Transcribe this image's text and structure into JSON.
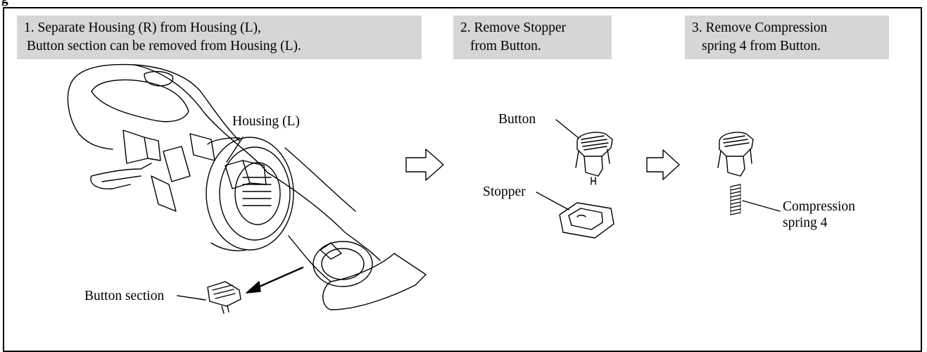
{
  "figure_label": "g",
  "steps": [
    {
      "line1": "1. Separate Housing (R) from Housing (L),",
      "line2": "Button section can be removed from Housing (L)."
    },
    {
      "line1": "2. Remove Stopper",
      "line2": "from Button."
    },
    {
      "line1": "3. Remove Compression",
      "line2": "spring 4 from Button."
    }
  ],
  "labels": {
    "housing_l": "Housing (L)",
    "button_section": "Button section",
    "button": "Button",
    "stopper": "Stopper",
    "spring_line1": "Compression",
    "spring_line2": "spring 4"
  }
}
